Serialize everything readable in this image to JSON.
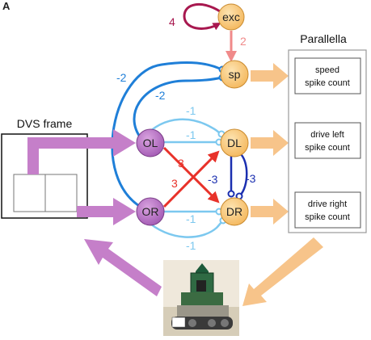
{
  "panel_label": "A",
  "neurons": {
    "exc": "exc",
    "sp": "sp",
    "ol": "OL",
    "or": "OR",
    "dl": "DL",
    "dr": "DR"
  },
  "weights": {
    "exc_self": "4",
    "exc_to_sp": "2",
    "ol_to_sp_outer": "-2",
    "or_to_sp_inner": "-2",
    "sp_to_dl_outer": "-1",
    "sp_to_dl_inner": "-1",
    "ol_to_dr": "3",
    "or_to_dl": "3",
    "dl_dr_inner": "-3",
    "dl_dr_outer": "-3",
    "sp_to_dr_inner": "-1",
    "sp_to_dr_outer": "-1"
  },
  "dvs": {
    "title": "DVS frame"
  },
  "parallella": {
    "title": "Parallella",
    "outputs": [
      {
        "line1": "speed",
        "line2": "spike count"
      },
      {
        "line1": "drive left",
        "line2": "spike count"
      },
      {
        "line1": "drive right",
        "line2": "spike count"
      }
    ]
  },
  "colors": {
    "excitatory_self": "#a8184f",
    "excitatory": "#f08a8a",
    "inhibitory_dark": "#1f7fd8",
    "inhibitory_light": "#7cc8ef",
    "inhibitory_mutual": "#1b2fb0",
    "cross_excitatory": "#e8322a",
    "orange_node": "#f7c77a",
    "purple_node": "#b873c5",
    "orange_arrow": "#f7c48a",
    "purple_arrow": "#c57fc9"
  }
}
